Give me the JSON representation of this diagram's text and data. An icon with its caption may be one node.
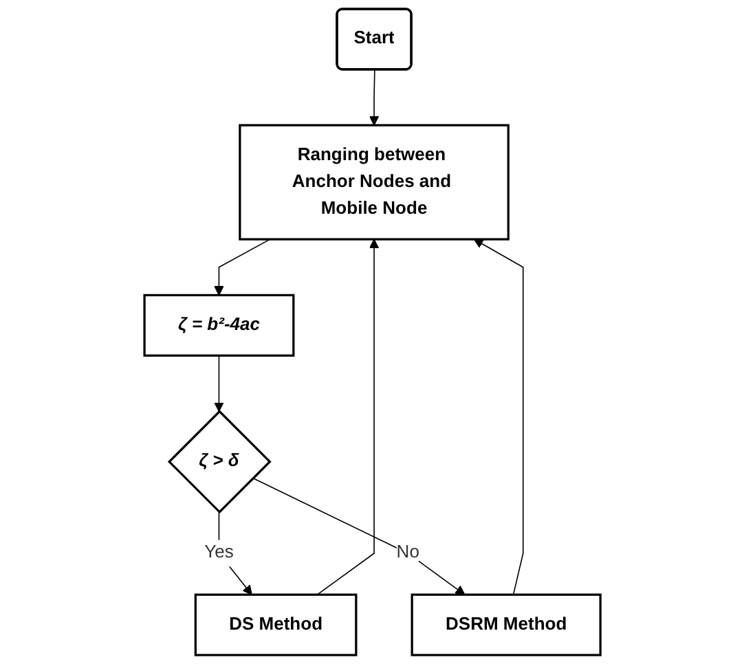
{
  "diagram": {
    "nodes": [
      {
        "text": [
          "Start"
        ]
      },
      {
        "text": [
          "Ranging between Anchor Nodes and Mobile Node"
        ]
      },
      {
        "text": [
          "ζ = b²-4ac"
        ]
      },
      {
        "text": [
          "ζ > δ"
        ]
      },
      {
        "text": [
          "DS Method"
        ]
      },
      {
        "text": [
          "DSRM Method"
        ]
      }
    ],
    "edges": [
      {
        "from": 0,
        "to": 1,
        "arrow": "to"
      },
      {
        "from": 1,
        "to": 2,
        "arrow": "to"
      },
      {
        "from": 2,
        "to": 3,
        "arrow": "to"
      },
      {
        "from": 3,
        "to": 4,
        "label": "Yes",
        "arrow": "to"
      },
      {
        "from": 3,
        "to": 5,
        "label": "No",
        "arrow": "to"
      },
      {
        "from": 4,
        "to": 1,
        "arrow": "to"
      },
      {
        "from": 5,
        "to": 1,
        "arrow": "to"
      }
    ]
  }
}
